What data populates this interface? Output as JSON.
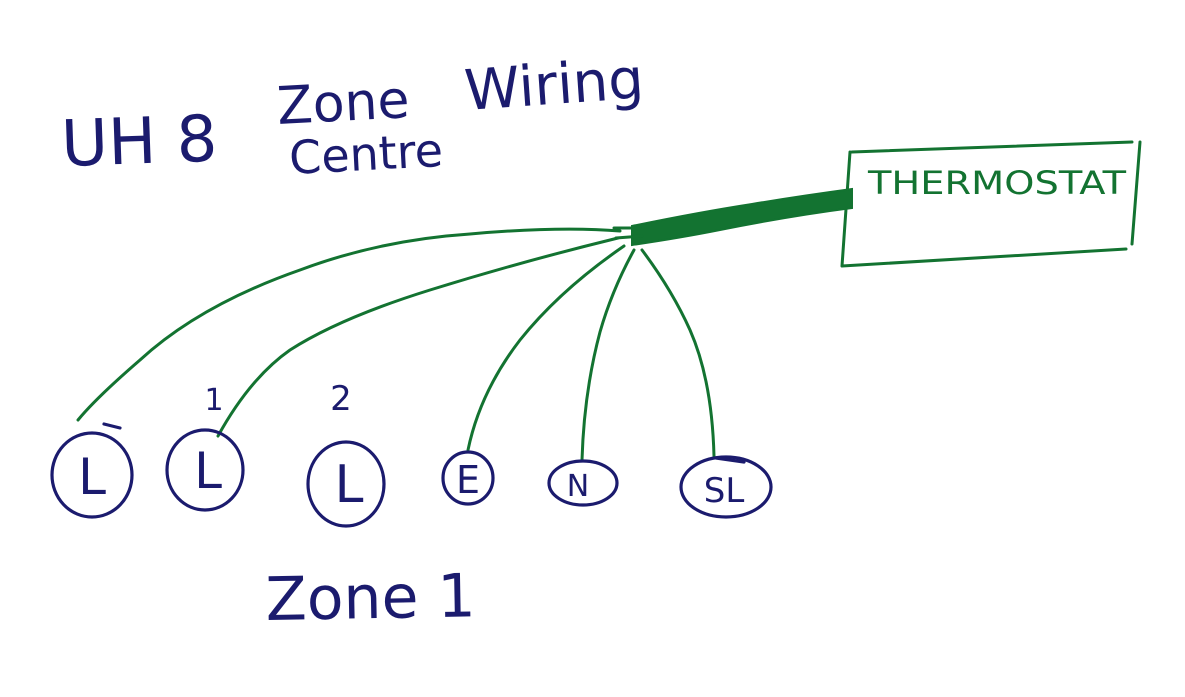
{
  "title_line1": "UH 8",
  "title_line2a": "Zone",
  "title_line2b": "Centre",
  "title_line3": "Wiring",
  "thermostat_label": "THERMOSTAT",
  "terminals": [
    {
      "label": "L",
      "number": ""
    },
    {
      "label": "L",
      "number": "1"
    },
    {
      "label": "L",
      "number": "2"
    },
    {
      "label": "E",
      "number": ""
    },
    {
      "label": "N",
      "number": ""
    },
    {
      "label": "SL",
      "number": ""
    }
  ],
  "zone_label": "Zone 1",
  "colors": {
    "blue_ink": "#1b1b6e",
    "green_ink": "#137331",
    "background": "#ffffff"
  }
}
